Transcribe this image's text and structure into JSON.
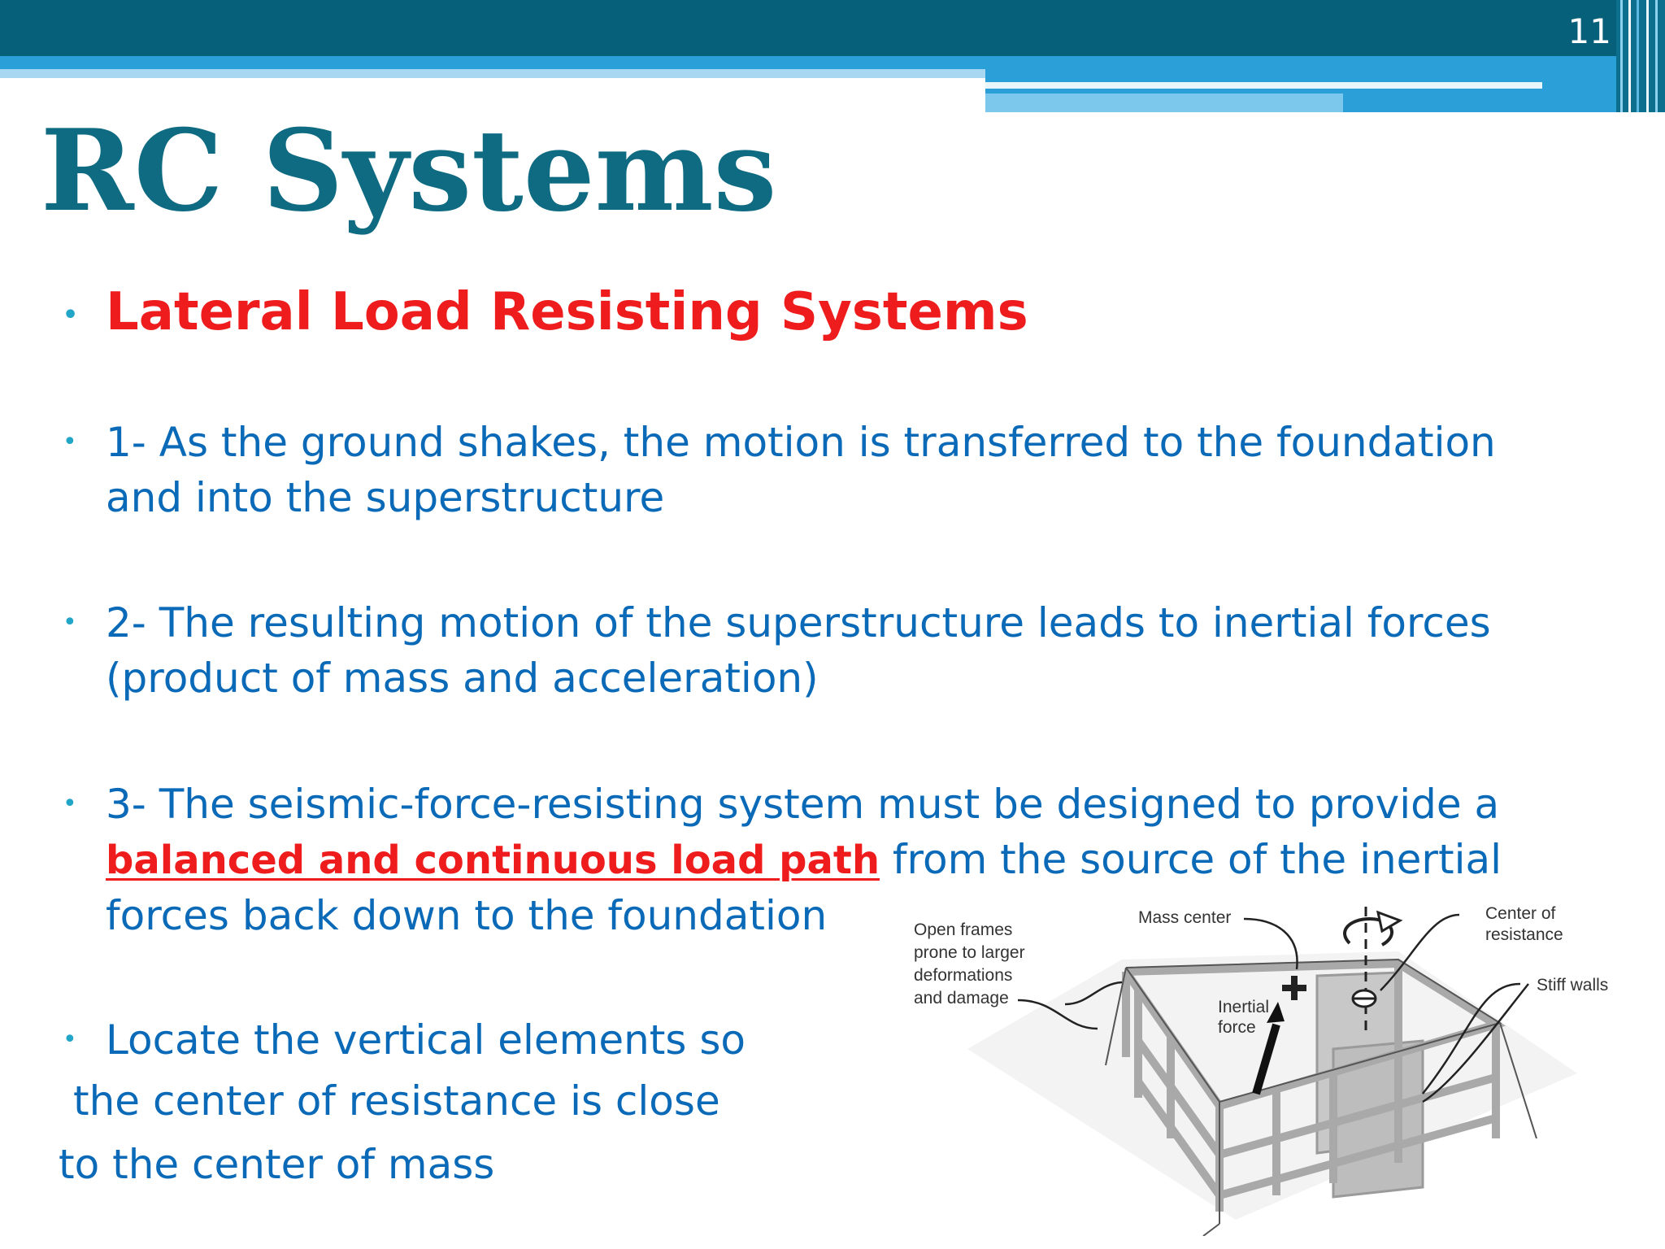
{
  "slide": {
    "number": "11",
    "title": "RC Systems"
  },
  "bullets": {
    "heading": "Lateral Load Resisting Systems",
    "item1": {
      "line1": "1- As the ground shakes, the motion is transferred to the foundation",
      "line2": "and into the superstructure"
    },
    "item2": {
      "line1": "2- The resulting motion of the superstructure leads to inertial forces",
      "line2": "(product of mass and acceleration)"
    },
    "item3": {
      "line1": "3- The seismic-force-resisting system must be designed to provide a",
      "highlight": "balanced and continuous load path",
      "line2_rest": "from the source of the inertial",
      "line3": "forces back down to the foundation"
    },
    "item4": {
      "line1": "Locate the vertical elements so",
      "line2": "the center of resistance is close",
      "line3": "to the center of mass"
    }
  },
  "diagram": {
    "labels": {
      "open_frames_1": "Open frames",
      "open_frames_2": "prone to larger",
      "open_frames_3": "deformations",
      "open_frames_4": "and damage",
      "mass_center": "Mass center",
      "center_res_1": "Center of",
      "center_res_2": "resistance",
      "stiff_walls": "Stiff walls",
      "inertial_1": "Inertial",
      "inertial_2": "force"
    }
  },
  "colors": {
    "header_dark": "#07607a",
    "header_light": "#2a9fd8",
    "title": "#0f6b82",
    "body_text": "#0a6ab8",
    "highlight": "#ee1c1c",
    "bullet_dot": "#22a6c8"
  }
}
